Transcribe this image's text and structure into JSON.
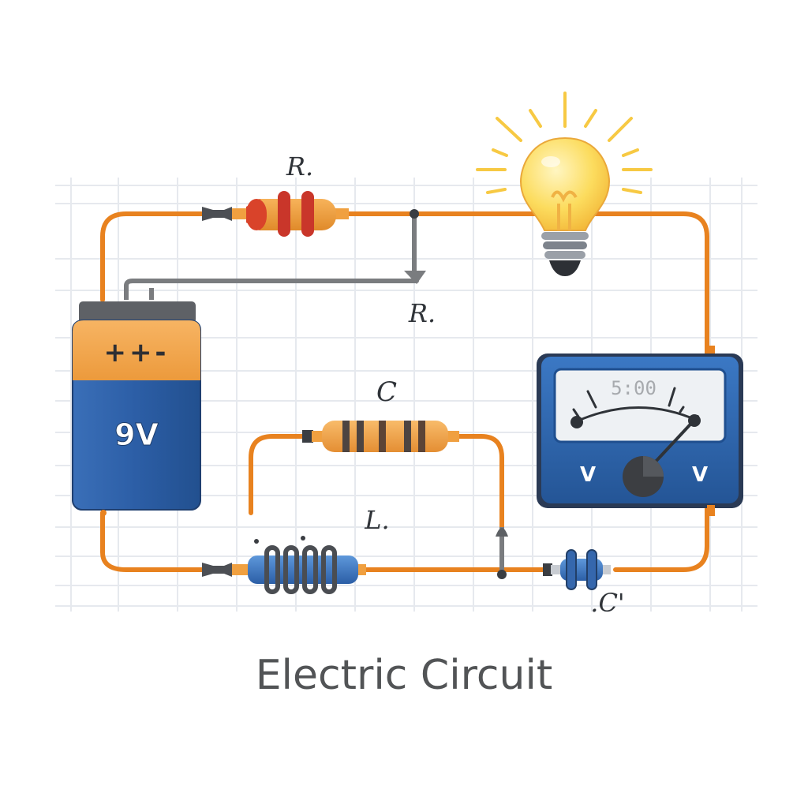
{
  "title": "Electric Circuit",
  "colors": {
    "wire": "#e8821f",
    "wire_gray": "#7a7c7f",
    "battery_top": "#f0a24a",
    "battery_body": "#2d5fa6",
    "meter_body": "#2f67b2",
    "bulb": "#fbd85a",
    "grid": "#e6e9ee",
    "title": "#525456",
    "label": "#2f3338"
  },
  "battery": {
    "voltage_label": "9V",
    "polarity_marks": "++-"
  },
  "labels": {
    "resistor_top": "R.",
    "resistor_branch": "R.",
    "capacitor_middle": "C",
    "inductor": "L.",
    "capacitor_bottom": ".C'"
  },
  "meter": {
    "display": "5:00",
    "left_terminal": "V",
    "right_terminal": "V"
  },
  "components": [
    {
      "id": "battery",
      "type": "battery",
      "label": "9V"
    },
    {
      "id": "resistor-top",
      "type": "resistor",
      "label": "R."
    },
    {
      "id": "bulb",
      "type": "light-bulb"
    },
    {
      "id": "capacitor-middle",
      "type": "resistor-banded",
      "label": "C"
    },
    {
      "id": "inductor",
      "type": "inductor-coil",
      "label": "L."
    },
    {
      "id": "capacitor-bottom",
      "type": "capacitor",
      "label": ".C'"
    },
    {
      "id": "voltmeter",
      "type": "meter",
      "label": "5:00"
    }
  ]
}
